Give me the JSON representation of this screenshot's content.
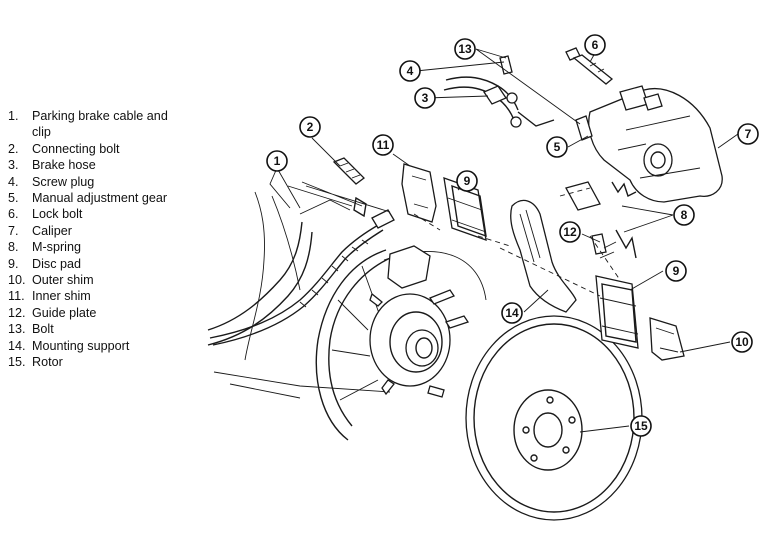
{
  "legend": [
    {
      "num": "1.",
      "label": "Parking brake cable and clip"
    },
    {
      "num": "2.",
      "label": "Connecting bolt"
    },
    {
      "num": "3.",
      "label": "Brake hose"
    },
    {
      "num": "4.",
      "label": "Screw plug"
    },
    {
      "num": "5.",
      "label": "Manual adjustment gear"
    },
    {
      "num": "6.",
      "label": "Lock bolt"
    },
    {
      "num": "7.",
      "label": "Caliper"
    },
    {
      "num": "8.",
      "label": "M-spring"
    },
    {
      "num": "9.",
      "label": "Disc pad"
    },
    {
      "num": "10.",
      "label": "Outer shim"
    },
    {
      "num": "11.",
      "label": "Inner shim"
    },
    {
      "num": "12.",
      "label": "Guide plate"
    },
    {
      "num": "13.",
      "label": "Bolt"
    },
    {
      "num": "14.",
      "label": "Mounting support"
    },
    {
      "num": "15.",
      "label": "Rotor"
    }
  ],
  "callouts": [
    "1",
    "2",
    "3",
    "4",
    "5",
    "6",
    "7",
    "8",
    "9",
    "9",
    "10",
    "11",
    "12",
    "13",
    "14",
    "15"
  ]
}
